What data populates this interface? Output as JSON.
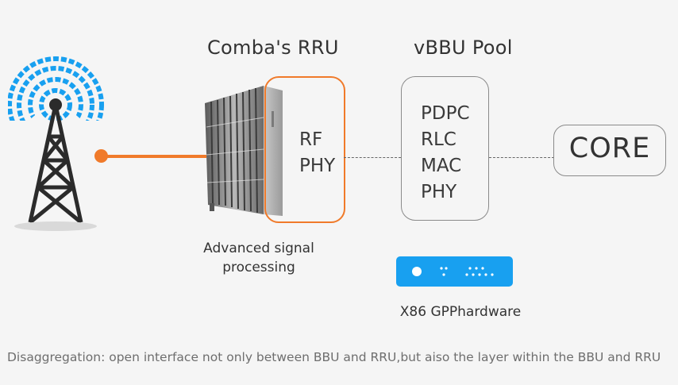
{
  "rru": {
    "title": "Comba's RRU",
    "layers": [
      "RF",
      "PHY"
    ],
    "caption_line1": "Advanced signal",
    "caption_line2": "processing"
  },
  "vbbu": {
    "title": "vBBU Pool",
    "layers": [
      "PDPC",
      "RLC",
      "MAC",
      "PHY"
    ],
    "hardware_label": "X86 GPPhardware"
  },
  "core": {
    "label": "CORE"
  },
  "footnote": "Disaggregation: open interface not only between BBU and RRU,but aiso the layer within the BBU and RRU",
  "colors": {
    "orange": "#f07a2a",
    "blue": "#18a0f0",
    "tower": "#2b2b2b"
  },
  "icons": [
    "radio-tower-icon",
    "rru-device-icon",
    "x86-server-icon"
  ]
}
